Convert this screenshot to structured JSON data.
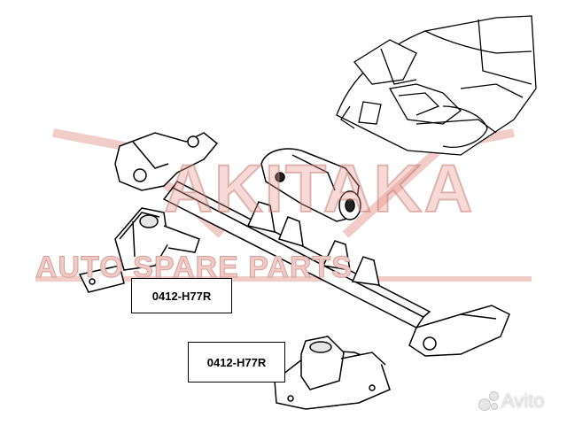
{
  "watermark": {
    "brand": "AKITAKA",
    "tagline": "AUTO SPARE PARTS"
  },
  "labels": [
    {
      "part_number": "0412-H77R"
    },
    {
      "part_number": "0412-H77R"
    }
  ],
  "marketplace": {
    "name": "Avito",
    "icon": "avito-logo-icon"
  },
  "colors": {
    "watermark_fill": "#f2c9c5",
    "watermark_stroke": "#cfa29d",
    "line_art": "#000000"
  }
}
